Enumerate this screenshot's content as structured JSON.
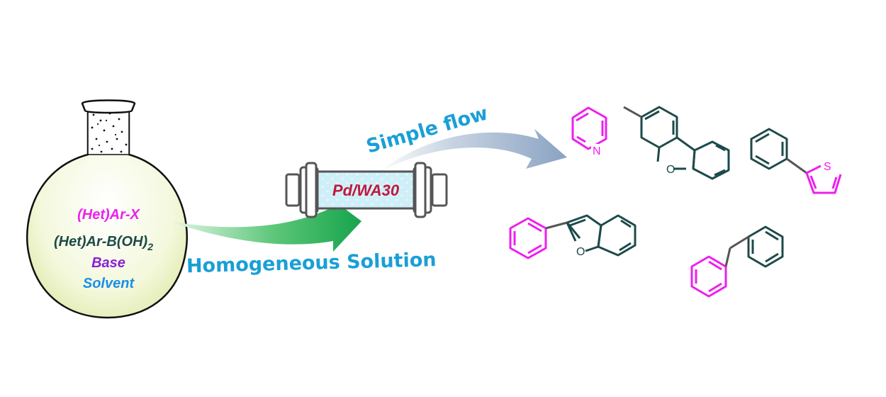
{
  "colors": {
    "magenta": "#ee1fee",
    "dark_teal": "#1d4a4a",
    "purple": "#8a1fd8",
    "blue": "#1a8fe8",
    "arrow_blue": "#1a9fd6",
    "green": "#1aa64a",
    "steel": "#8fa7c4",
    "crimson": "#c0183c"
  },
  "flask": {
    "line1": "(Het)Ar-X",
    "line2_main": "(Het)Ar-B(OH)",
    "line2_sub": "2",
    "line3": "Base",
    "line4": "Solvent"
  },
  "column": {
    "label": "Pd/WA30"
  },
  "arrows": {
    "lower_label": "Homogeneous Solution",
    "upper_label": "Simple flow"
  },
  "products": {
    "pyridyl_dibenzofuran": {
      "n_label": "N",
      "o_label": "O"
    },
    "phenylthiophene": {
      "s_label": "S"
    },
    "phenylbenzofuran": {
      "o_label": "O"
    },
    "biphenyl": {}
  }
}
